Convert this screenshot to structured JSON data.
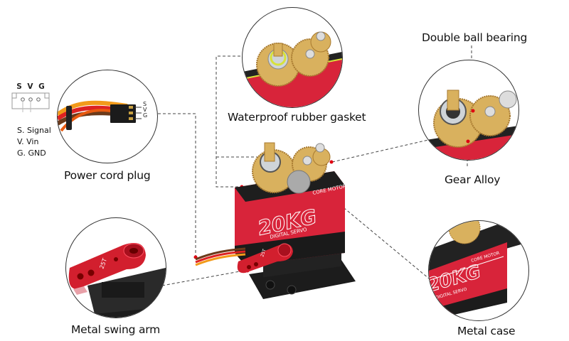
{
  "callouts": {
    "power_cord_plug": "Power cord plug",
    "waterproof_gasket": "Waterproof rubber gasket",
    "double_ball_bearing": "Double ball bearing",
    "gear_alloy": "Gear Alloy",
    "metal_swing_arm": "Metal swing arm",
    "metal_case": "Metal case"
  },
  "connector": {
    "header": "S V G",
    "pins": [
      "S",
      "V",
      "G"
    ],
    "legend": [
      "S. Signal",
      "V. Vin",
      "G. GND"
    ]
  },
  "product": {
    "brand_text": "20KG",
    "subtitle_text": "DIGITAL SERVO",
    "maker_text": "CORE MOTOR",
    "arm_marking": "25T"
  },
  "colors": {
    "case_red": "#d8243a",
    "gear_gold": "#d9b15e",
    "marker_red": "#e00010",
    "base_black": "#1c1c1c"
  }
}
